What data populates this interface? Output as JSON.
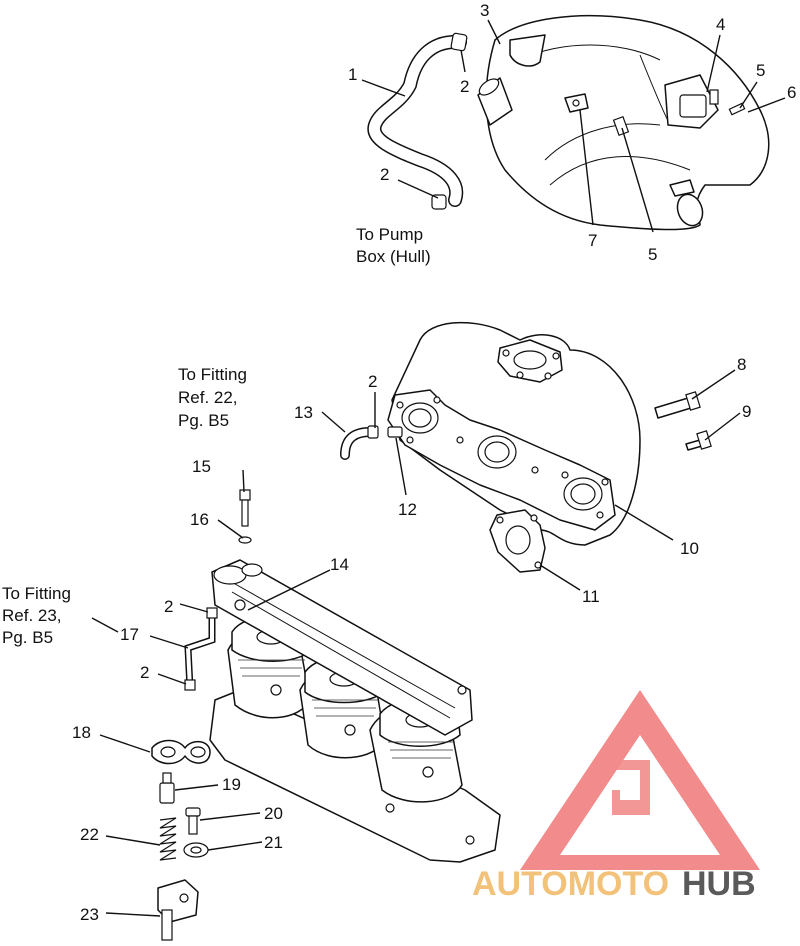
{
  "labels": {
    "n1": "1",
    "n2a": "2",
    "n2b": "2",
    "n3": "3",
    "n4": "4",
    "n5a": "5",
    "n5b": "5",
    "n6": "6",
    "n7": "7",
    "n8": "8",
    "n9": "9",
    "n10": "10",
    "n11": "11",
    "n12": "12",
    "n13": "13",
    "n14": "14",
    "n15": "15",
    "n16": "16",
    "n2c": "2",
    "n2d": "2",
    "n2e": "2",
    "n17": "17",
    "n18": "18",
    "n19": "19",
    "n20": "20",
    "n21": "21",
    "n22": "22",
    "n23": "23"
  },
  "notes": {
    "pump_box": [
      "To Pump",
      "Box (Hull)"
    ],
    "fitting22": [
      "To Fitting",
      "Ref. 22,",
      "Pg. B5"
    ],
    "fitting23": [
      "To Fitting",
      "Ref. 23,",
      "Pg. B5"
    ]
  },
  "watermark": {
    "text_part1": "AUTOMOTO",
    "text_part2": "HUB",
    "colors": {
      "triangle": "#f28b8b",
      "part1": "#f3c27a",
      "part2": "#5a5a5a"
    }
  }
}
